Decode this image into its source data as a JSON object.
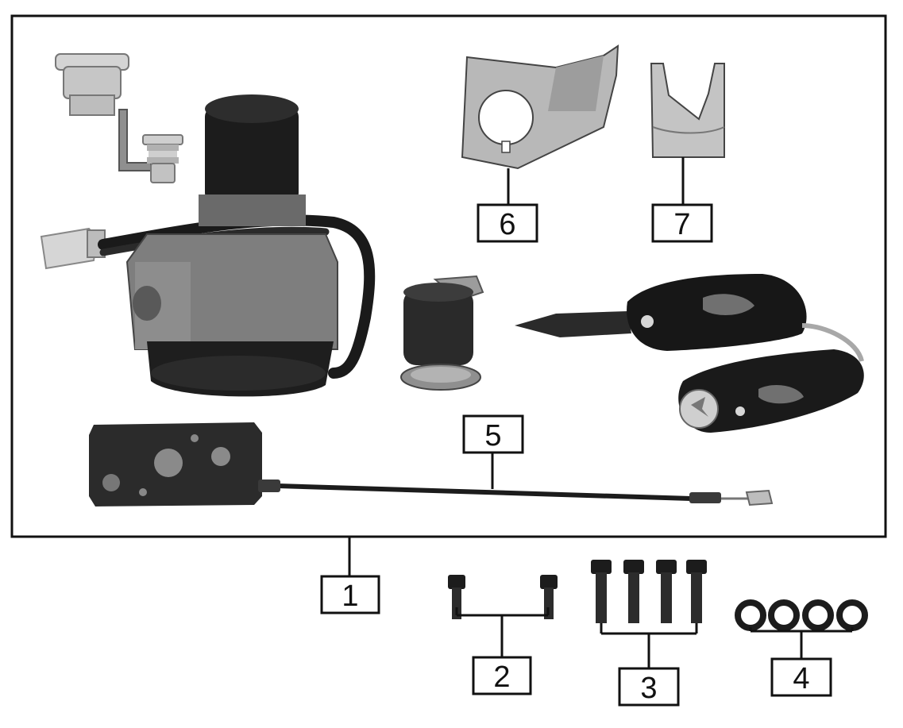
{
  "callouts": {
    "c1": "1",
    "c2": "2",
    "c3": "3",
    "c4": "4",
    "c5": "5",
    "c6": "6",
    "c7": "7"
  },
  "colors": {
    "line": "#111111",
    "part_dark": "#1b1b1b",
    "part_mid": "#6e6e6e",
    "part_light": "#c9c9c9",
    "metal": "#b8b8b8"
  }
}
